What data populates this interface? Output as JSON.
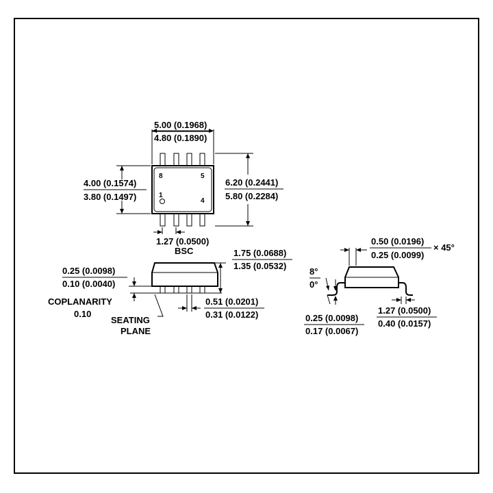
{
  "top_view": {
    "length_max": "5.00 (0.1968)",
    "length_min": "4.80 (0.1890)",
    "width_max": "4.00 (0.1574)",
    "width_min": "3.80 (0.1497)",
    "span_max": "6.20 (0.2441)",
    "span_min": "5.80 (0.2284)",
    "pitch": "1.27 (0.0500)",
    "pitch_note": "BSC",
    "pins": {
      "p8": "8",
      "p5": "5",
      "p1": "1",
      "p4": "4"
    }
  },
  "side_view": {
    "standoff_max": "0.25 (0.0098)",
    "standoff_min": "0.10 (0.0040)",
    "coplanarity_label": "COPLANARITY",
    "coplanarity_value": "0.10",
    "seating_plane_line1": "SEATING",
    "seating_plane_line2": "PLANE",
    "height_max": "1.75 (0.0688)",
    "height_min": "1.35 (0.0532)",
    "lead_width_max": "0.51 (0.0201)",
    "lead_width_min": "0.31 (0.0122)"
  },
  "end_view": {
    "chamfer_max": "0.50 (0.0196)",
    "chamfer_min": "0.25 (0.0099)",
    "chamfer_angle": "× 45°",
    "angle_max": "8°",
    "angle_min": "0°",
    "lead_thick_max": "0.25 (0.0098)",
    "lead_thick_min": "0.17 (0.0067)",
    "foot_max": "1.27 (0.0500)",
    "foot_min": "0.40 (0.0157)"
  }
}
